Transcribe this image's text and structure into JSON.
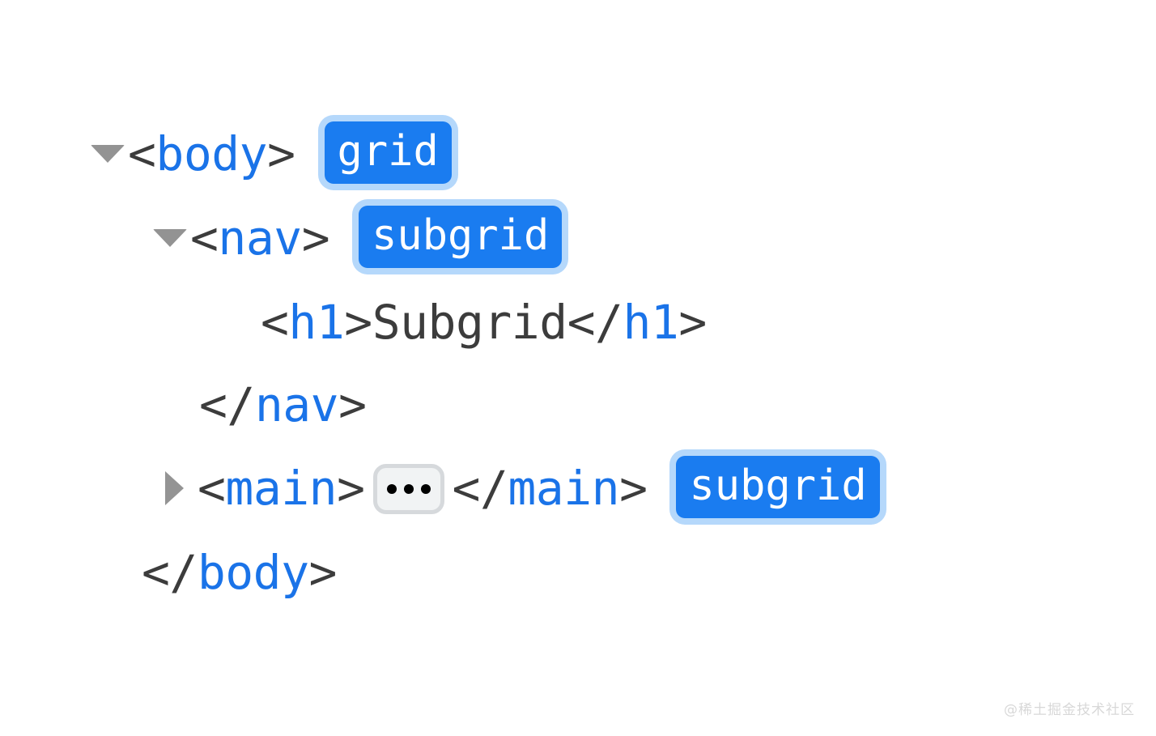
{
  "page": {
    "background": "#ffffff",
    "watermark": "@稀土掘金技术社区"
  },
  "colors": {
    "tag_name": "#1a73e8",
    "punctuation": "#3c3c3c",
    "text_node": "#3c3c3c",
    "badge_background": "#1a7cf0",
    "badge_text": "#ffffff",
    "badge_focus_ring": "#b5d8fb",
    "twisty": "#939393",
    "ellipsis_fill": "#f1f3f4",
    "ellipsis_border": "#d6d9dc",
    "ellipsis_dot": "#000000",
    "watermark": "#d8d8d8"
  },
  "inspector": {
    "rows": [
      {
        "id": "body-open",
        "twisty": "expanded",
        "open_angle": "<",
        "tag": "body",
        "close_angle": ">",
        "badge": "grid"
      },
      {
        "id": "nav-open",
        "twisty": "expanded",
        "open_angle": "<",
        "tag": "nav",
        "close_angle": ">",
        "badge": "subgrid"
      },
      {
        "id": "h1-element",
        "twisty": "none",
        "open_angle": "<",
        "tag": "h1",
        "close_angle": ">",
        "text": "Subgrid",
        "end_open_angle": "</",
        "end_tag": "h1",
        "end_close_angle": ">"
      },
      {
        "id": "nav-close",
        "twisty": "none",
        "open_angle": "</",
        "tag": "nav",
        "close_angle": ">"
      },
      {
        "id": "main-element",
        "twisty": "collapsed",
        "open_angle": "<",
        "tag": "main",
        "close_angle": ">",
        "collapsed_children": "…",
        "end_open_angle": "</",
        "end_tag": "main",
        "end_close_angle": ">",
        "badge": "subgrid"
      },
      {
        "id": "body-close",
        "twisty": "none",
        "open_angle": "</",
        "tag": "body",
        "close_angle": ">"
      }
    ]
  }
}
